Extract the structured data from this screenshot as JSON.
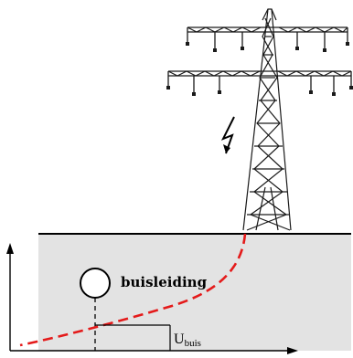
{
  "figure": {
    "pipe_label": "buisleiding",
    "voltage_symbol": "U",
    "voltage_subscript": "buis"
  },
  "colors": {
    "ground": "#e3e3e3",
    "tower": "#1a1a1a",
    "current_path": "#e41a1a",
    "pipe_fill": "#ffffff"
  },
  "icons": [
    "lightning-bolt-icon",
    "pylon-icon"
  ]
}
